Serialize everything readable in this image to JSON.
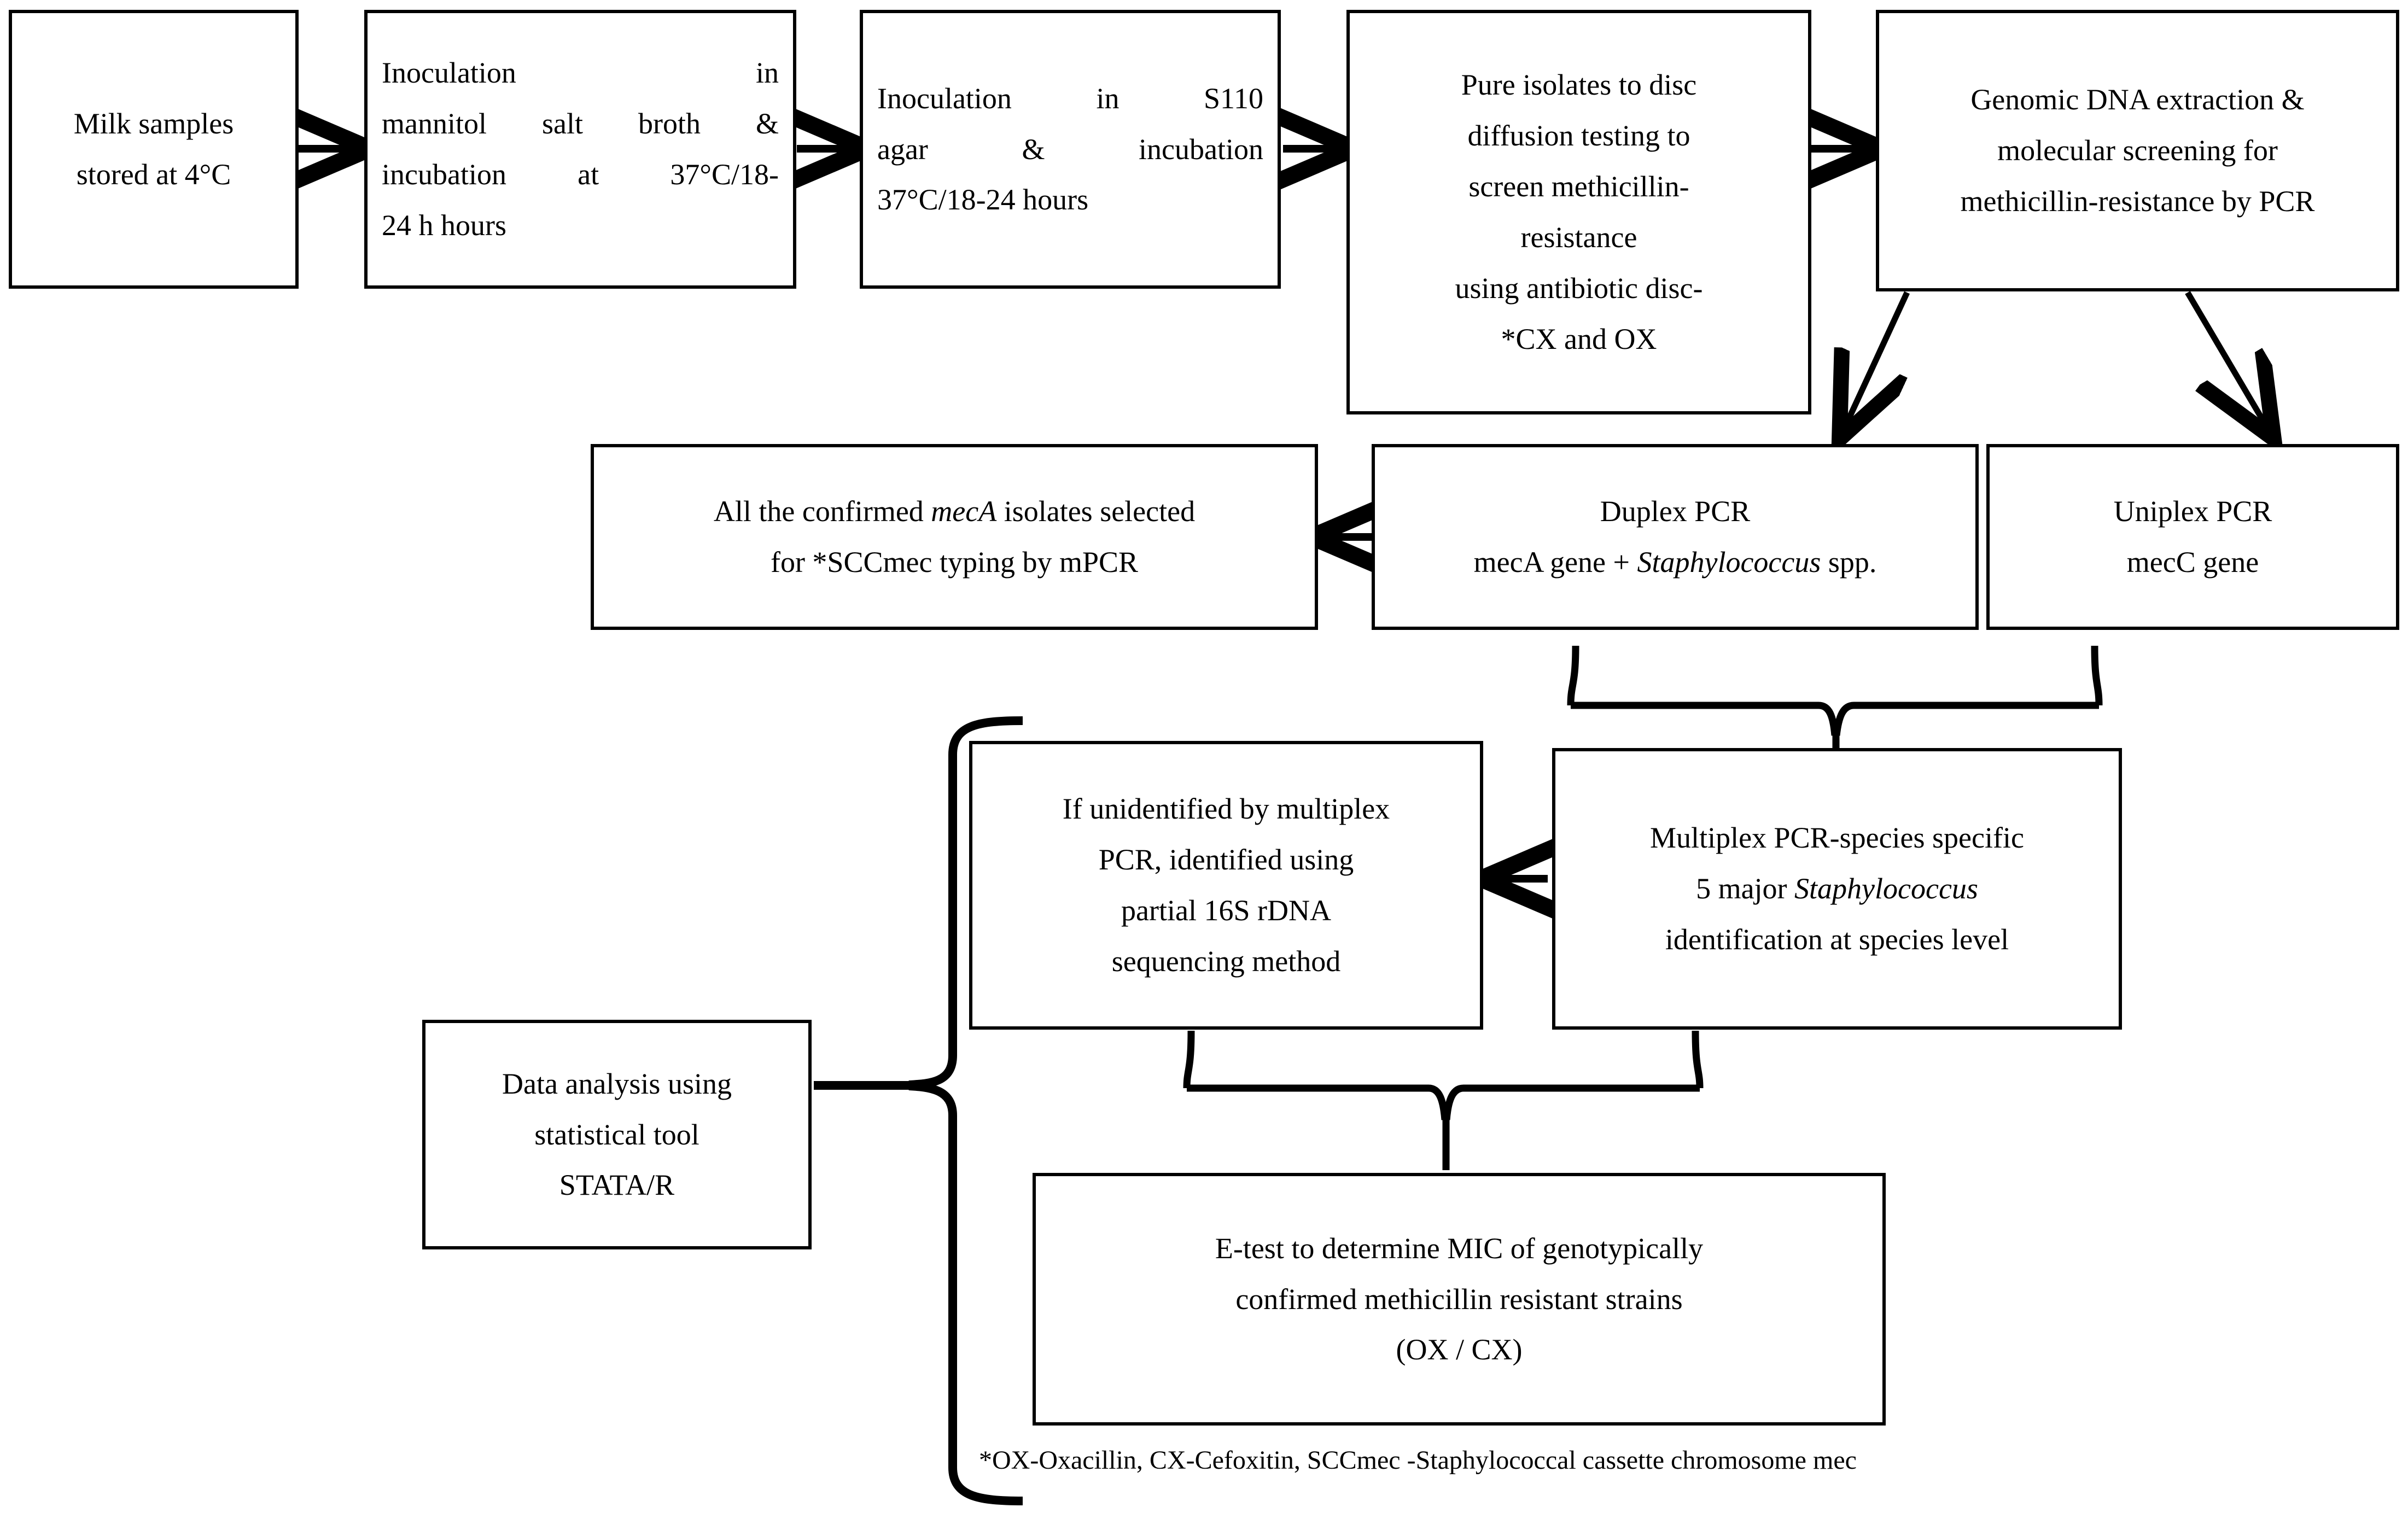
{
  "diagram": {
    "title": "Methicillin-resistant Staphylococcus milk sample study workflow",
    "stroke_color": "#000000",
    "background_color": "#ffffff"
  },
  "nodes": {
    "milk_samples": {
      "lines": [
        "Milk samples",
        "stored at 4°C"
      ]
    },
    "mannitol_broth": {
      "lines": [
        "Inoculation            in",
        "mannitol  salt  broth  &",
        "incubation  at  37°C/18-",
        "24 h hours"
      ]
    },
    "s110_agar": {
      "lines": [
        "Inoculation   in   S110",
        "agar    &    incubation",
        "37°C/18-24 hours"
      ]
    },
    "disc_diffusion": {
      "lines": [
        "Pure isolates to disc",
        "diffusion testing to",
        "screen methicillin-",
        "resistance",
        "using antibiotic disc-",
        "*CX and OX"
      ]
    },
    "genomic_dna": {
      "lines": [
        "Genomic DNA extraction &",
        "molecular screening for",
        "methicillin-resistance by PCR"
      ]
    },
    "sccmec_typing": {
      "line1_a": "All the confirmed ",
      "line1_italic": "mecA",
      "line1_b": " isolates selected",
      "line2": "for *SCCmec typing by mPCR"
    },
    "duplex_pcr": {
      "line1": "Duplex PCR",
      "line2_a": "mecA gene + ",
      "line2_italic": "Staphylococcus",
      "line2_b": " spp."
    },
    "uniplex_pcr": {
      "lines": [
        "Uniplex PCR",
        "mecC gene"
      ]
    },
    "sixteen_s": {
      "lines": [
        "If unidentified by multiplex",
        "PCR, identified using",
        "partial 16S rDNA",
        "sequencing method"
      ]
    },
    "multiplex_pcr": {
      "line1": "Multiplex PCR-species specific",
      "line2_a": "5 major ",
      "line2_italic": "Staphylococcus",
      "line3": "identification at species level"
    },
    "data_analysis": {
      "lines": [
        "Data analysis using",
        "statistical tool",
        "STATA/R"
      ]
    },
    "etest": {
      "lines": [
        "E-test to determine MIC of genotypically",
        "confirmed methicillin resistant strains",
        "(OX / CX)"
      ]
    }
  },
  "footnote": {
    "text": "*OX-Oxacillin, CX-Cefoxitin, SCCmec -Staphylococcal cassette chromosome mec"
  },
  "connectors": [
    {
      "name": "milk-to-mannitol",
      "type": "arrow-right"
    },
    {
      "name": "mannitol-to-s110",
      "type": "arrow-right"
    },
    {
      "name": "s110-to-disc",
      "type": "arrow-right"
    },
    {
      "name": "disc-to-genomic",
      "type": "arrow-right"
    },
    {
      "name": "genomic-to-duplex",
      "type": "arrow-diagonal-down-left"
    },
    {
      "name": "genomic-to-uniplex",
      "type": "arrow-diagonal-down-right"
    },
    {
      "name": "duplex-to-sccmec",
      "type": "arrow-left"
    },
    {
      "name": "duplex-uniplex-brace-to-multiplex",
      "type": "curly-brace-down"
    },
    {
      "name": "multiplex-to-16s",
      "type": "arrow-left"
    },
    {
      "name": "16s-multiplex-brace-to-etest",
      "type": "curly-brace-down"
    },
    {
      "name": "etest-group-brace-to-data-analysis",
      "type": "curly-brace-left"
    }
  ]
}
